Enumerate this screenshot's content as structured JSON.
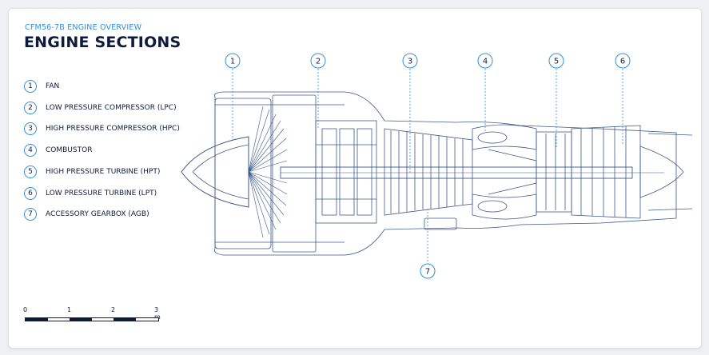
{
  "header": {
    "subtitle": "CFM56-7B ENGINE OVERVIEW",
    "title": "ENGINE SECTIONS"
  },
  "legend": [
    {
      "num": "1",
      "label": "FAN"
    },
    {
      "num": "2",
      "label": "LOW PRESSURE COMPRESSOR (LPC)"
    },
    {
      "num": "3",
      "label": "HIGH PRESSURE COMPRESSOR (HPC)"
    },
    {
      "num": "4",
      "label": "COMBUSTOR"
    },
    {
      "num": "5",
      "label": "HIGH PRESSURE TURBINE (HPT)"
    },
    {
      "num": "6",
      "label": "LOW PRESSURE TURBINE (LPT)"
    },
    {
      "num": "7",
      "label": "ACCESSORY GEARBOX (AGB)"
    }
  ],
  "callouts": [
    "1",
    "2",
    "3",
    "4",
    "5",
    "6",
    "7"
  ],
  "scale": {
    "ticks": [
      "0",
      "1",
      "2",
      "3 m"
    ]
  },
  "colors": {
    "accent": "#2f8fd8",
    "ink": "#0f1b3d",
    "line": "#3e5a8a"
  }
}
